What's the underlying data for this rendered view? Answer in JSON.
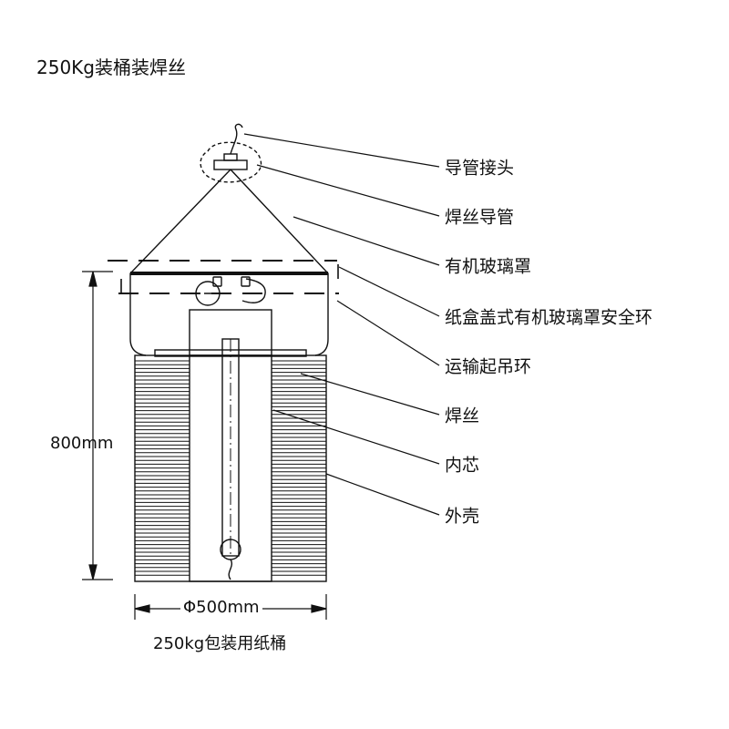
{
  "title": "250Kg装桶装焊丝",
  "labels": [
    "导管接头",
    "焊丝导管",
    "有机玻璃罩",
    "纸盒盖式有机玻璃罩安全环",
    "运输起吊环",
    "焊丝",
    "内芯",
    "外壳"
  ],
  "height_label": "800mm",
  "diameter_label": "Φ500mm",
  "caption": "250kg包装用纸桶"
}
